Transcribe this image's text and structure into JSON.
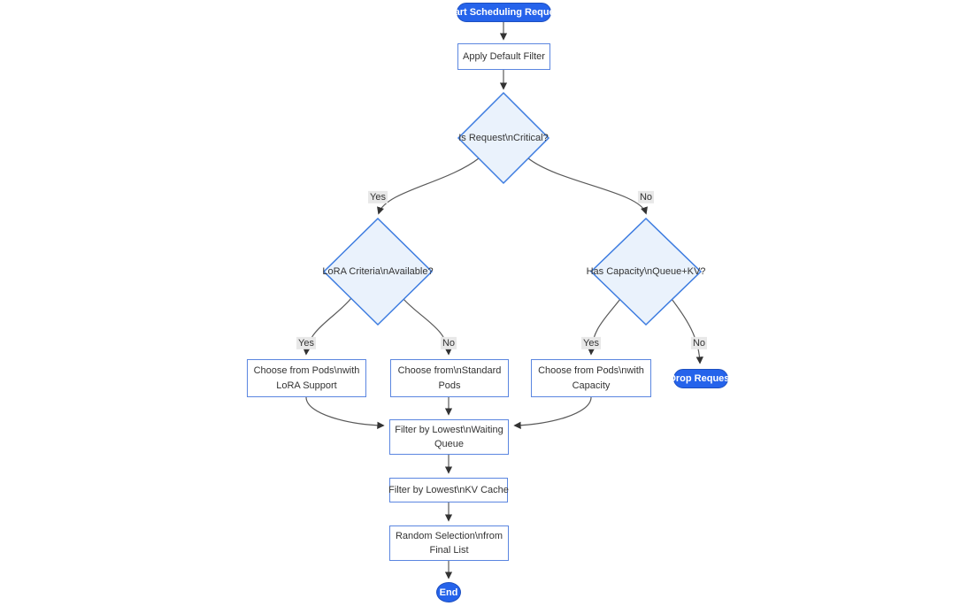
{
  "diagram": {
    "background": "#ffffff",
    "nodes": {
      "start": "Start Scheduling Request",
      "apply_default_filter": "Apply Default Filter",
      "is_critical": "Is Request\\nCritical?",
      "lora_criteria": "LoRA Criteria\\nAvailable?",
      "has_capacity": "Has Capacity\\nQueue+KV?",
      "choose_lora_pods": "Choose from Pods\\nwith LoRA Support",
      "choose_standard_pods": "Choose from\\nStandard Pods",
      "choose_capacity_pods": "Choose from Pods\\nwith Capacity",
      "drop_request": "Drop Request",
      "filter_waiting_queue": "Filter by Lowest\\nWaiting Queue",
      "filter_kv_cache": "Filter by Lowest\\nKV Cache",
      "random_selection": "Random Selection\\nfrom Final List",
      "end": "End"
    },
    "edge_labels": {
      "critical_yes": "Yes",
      "critical_no": "No",
      "lora_yes": "Yes",
      "lora_no": "No",
      "capacity_yes": "Yes",
      "capacity_no": "No"
    },
    "colors": {
      "terminal_fill": "#2563eb",
      "terminal_text": "#ffffff",
      "process_fill": "#ffffff",
      "process_border": "#5b86e0",
      "decision_fill": "#eaf2fc",
      "decision_border": "#3d7ce0",
      "edge_line": "#595959",
      "arrowhead": "#333333",
      "edge_label_bg": "#e8e8e8",
      "text": "#333333"
    }
  }
}
